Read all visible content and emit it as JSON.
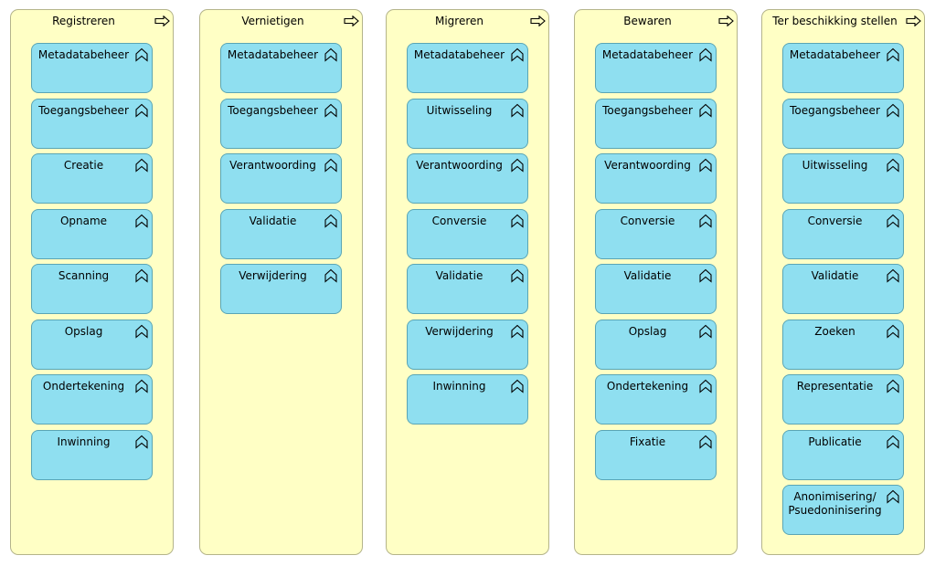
{
  "columns": [
    {
      "title": "Registreren",
      "items": [
        "Metadatabeheer",
        "Toegangsbeheer",
        "Creatie",
        "Opname",
        "Scanning",
        "Opslag",
        "Ondertekening",
        "Inwinning"
      ]
    },
    {
      "title": "Vernietigen",
      "items": [
        "Metadatabeheer",
        "Toegangsbeheer",
        "Verantwoording",
        "Validatie",
        "Verwijdering"
      ]
    },
    {
      "title": "Migreren",
      "items": [
        "Metadatabeheer",
        "Uitwisseling",
        "Verantwoording",
        "Conversie",
        "Validatie",
        "Verwijdering",
        "Inwinning"
      ]
    },
    {
      "title": "Bewaren",
      "items": [
        "Metadatabeheer",
        "Toegangsbeheer",
        "Verantwoording",
        "Conversie",
        "Validatie",
        "Opslag",
        "Ondertekening",
        "Fixatie"
      ]
    },
    {
      "title": "Ter beschikking stellen",
      "items": [
        "Metadatabeheer",
        "Toegangsbeheer",
        "Uitwisseling",
        "Conversie",
        "Validatie",
        "Zoeken",
        "Representatie",
        "Publicatie",
        "Anonimisering/\nPsuedoninisering"
      ]
    }
  ],
  "icons": {
    "column": "process-arrow-icon",
    "card": "function-chevron-icon"
  },
  "colors": {
    "column_fill": "#ffffc5",
    "card_fill": "#8fdff0"
  }
}
